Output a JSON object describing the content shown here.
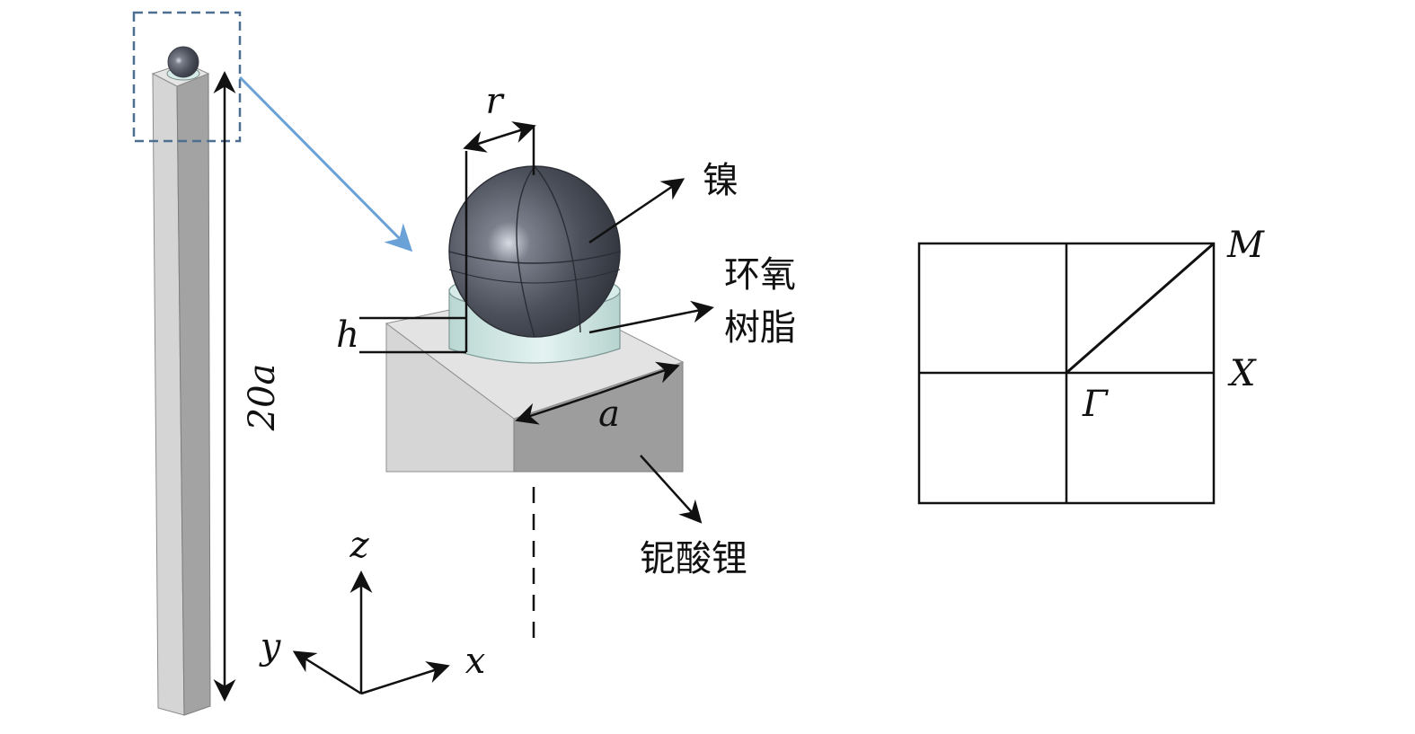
{
  "labels": {
    "radius": "r",
    "height": "h",
    "edge": "a",
    "pillar_height": "20a",
    "nickel": "镍",
    "epoxy_line1": "环氧",
    "epoxy_line2": "树脂",
    "lithium_niobate": "铌酸锂",
    "axis_z": "z",
    "axis_y": "y",
    "axis_x": "x",
    "point_M": "M",
    "point_X": "X",
    "point_Gamma": "Γ"
  },
  "colors": {
    "pillar_light": "#d9d9d9",
    "pillar_dark": "#9e9e9e",
    "sphere": "#5b5f6b",
    "epoxy": "#cfe7e3",
    "zoom_box": "#4f6f92",
    "zoom_arrow": "#6aa1d6"
  }
}
